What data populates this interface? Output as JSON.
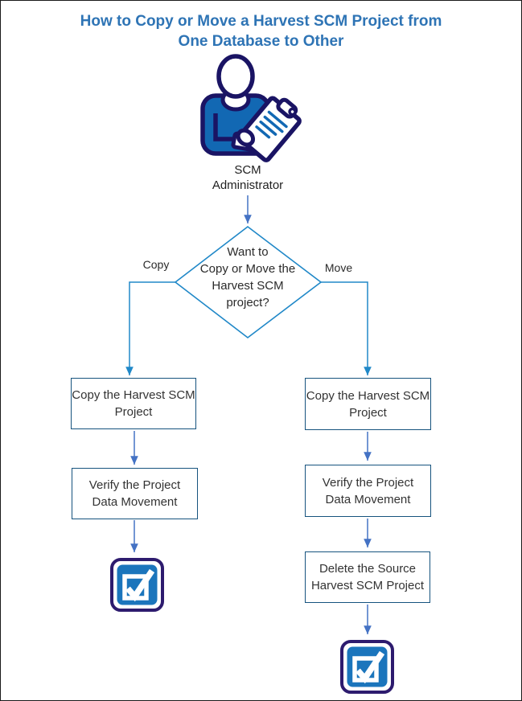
{
  "page": {
    "title": "How to Copy or Move a Harvest SCM Project from\nOne Database to Other"
  },
  "actor": {
    "icon": "person-with-clipboard-icon",
    "label": "SCM\nAdministrator"
  },
  "decision": {
    "question": "Want to\nCopy or Move the\nHarvest SCM\nproject?",
    "branch_left_label": "Copy",
    "branch_right_label": "Move"
  },
  "copy_branch": {
    "steps": [
      {
        "label": "Copy the Harvest SCM\nProject"
      },
      {
        "label": "Verify the Project\nData Movement"
      }
    ],
    "terminal_icon": "checked-checkbox-icon"
  },
  "move_branch": {
    "steps": [
      {
        "label": "Copy the Harvest SCM\nProject"
      },
      {
        "label": "Verify the Project\nData Movement"
      },
      {
        "label": "Delete the Source\nHarvest SCM Project"
      }
    ],
    "terminal_icon": "checked-checkbox-icon"
  },
  "colors": {
    "title": "#2E74B5",
    "flow_arrow": "#4472C4",
    "branch_line": "#2088C8",
    "box_border": "#16537E",
    "icon_outline": "#1A1464",
    "icon_fill": "#1268B3",
    "terminal_border": "#2D1B6E",
    "terminal_fill": "#1B75BC"
  }
}
